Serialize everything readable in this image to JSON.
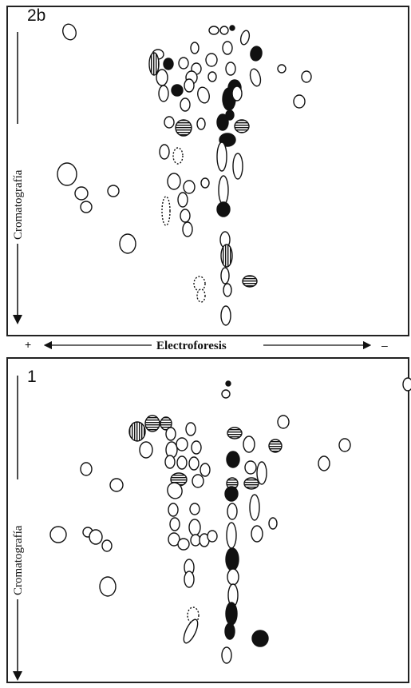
{
  "panels": [
    {
      "id": "top",
      "label": "2b",
      "axis_label": "Cromatografía"
    },
    {
      "id": "bottom",
      "label": "1",
      "axis_label": "Cromatografía"
    }
  ],
  "electrophoresis": {
    "label": "Electroforesis",
    "positive": "+",
    "negative": "–"
  },
  "fill_styles": {
    "open": "#ffffff",
    "solid": "#111111",
    "stroke": "#111111"
  }
}
